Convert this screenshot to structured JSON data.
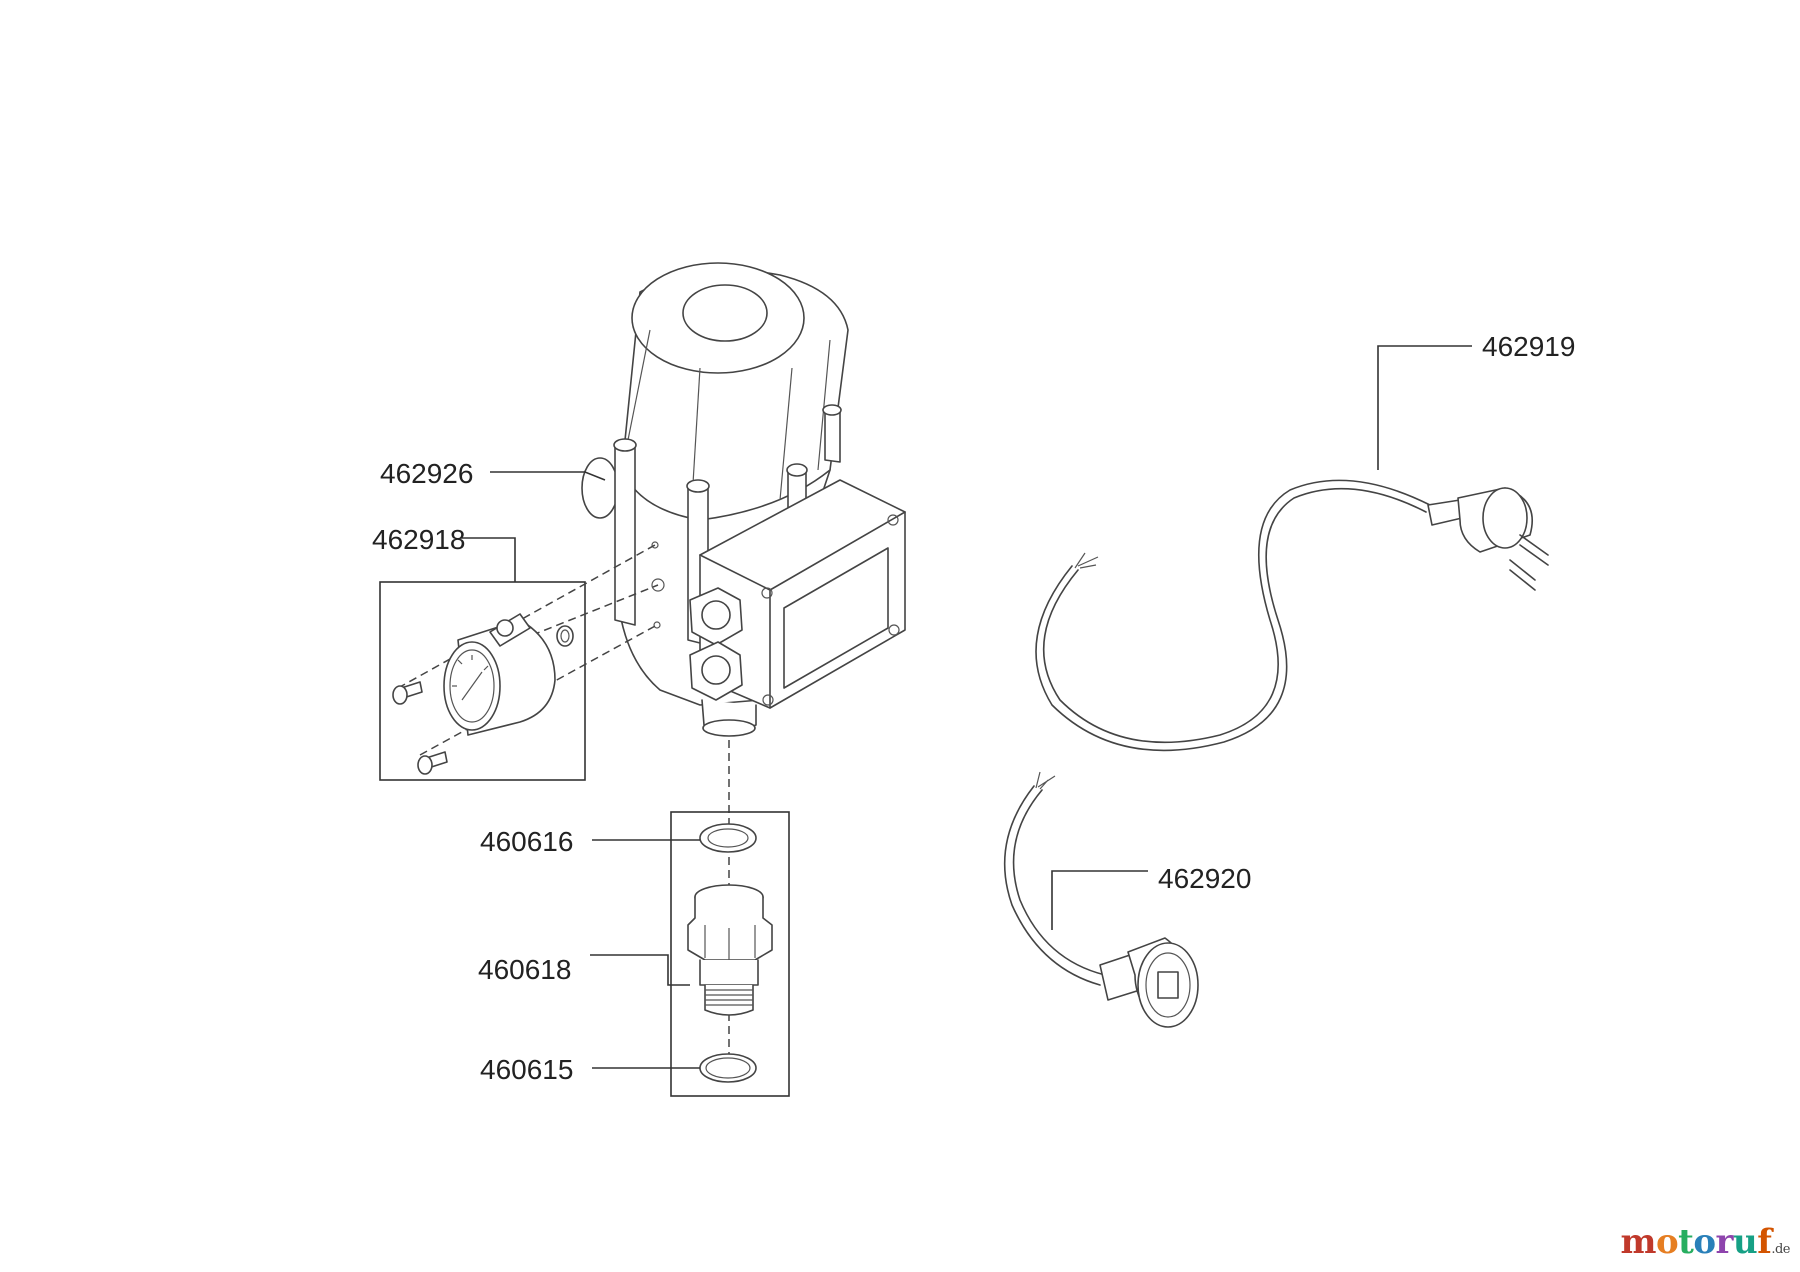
{
  "parts": [
    {
      "id": "pump-housing",
      "number": "462926"
    },
    {
      "id": "pressure-gauge",
      "number": "462918"
    },
    {
      "id": "seal-upper",
      "number": "460616"
    },
    {
      "id": "adapter-fitting",
      "number": "460618"
    },
    {
      "id": "seal-lower",
      "number": "460615"
    },
    {
      "id": "power-cable-plug",
      "number": "462919"
    },
    {
      "id": "socket-cable",
      "number": "462920"
    }
  ],
  "watermark": {
    "text": "motoruf",
    "suffix": ".de"
  },
  "colors": {
    "line": "#444444",
    "label": "#222222",
    "logo": [
      "#c0392b",
      "#e67e22",
      "#27ae60",
      "#2980b9",
      "#8e44ad",
      "#16a085",
      "#d35400"
    ]
  }
}
